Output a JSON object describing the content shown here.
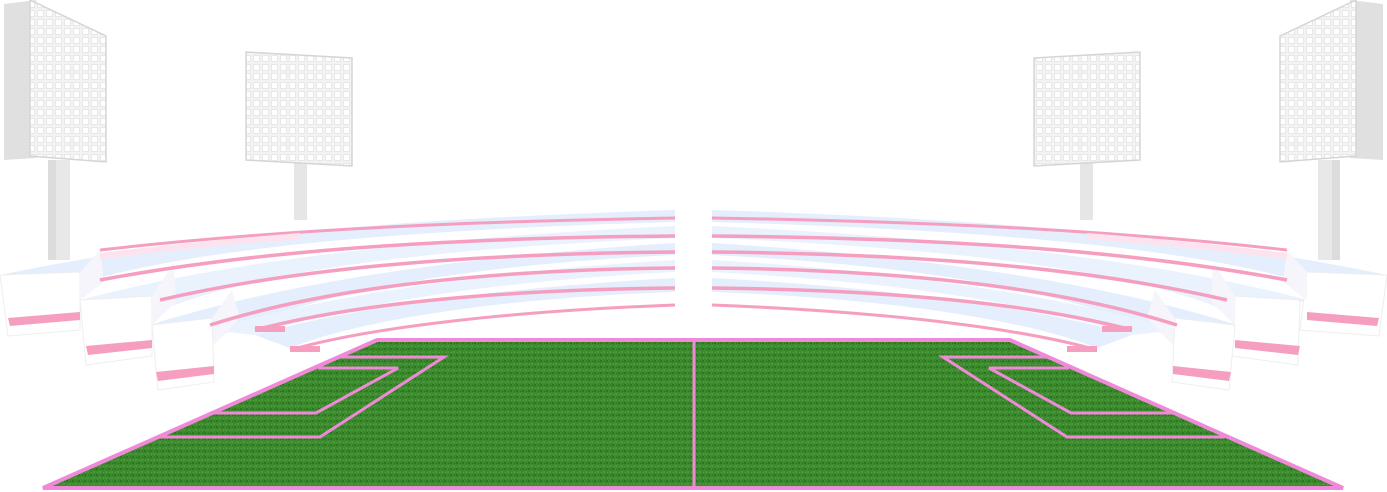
{
  "scene": {
    "background": "#ffffff",
    "floodlights": [
      {
        "name": "floodlight-far-left"
      },
      {
        "name": "floodlight-left"
      },
      {
        "name": "floodlight-right"
      },
      {
        "name": "floodlight-far-right"
      }
    ],
    "stands": {
      "left_tiers": 5,
      "right_tiers": 5,
      "stripe_color": "#f59ec0",
      "step_top_color": "#e4eefc",
      "step_face_color": "#ffffff"
    },
    "pitch": {
      "grass_color": "#3c8a2e",
      "line_color": "#f08ad8",
      "markings": [
        "halfway-line",
        "left-penalty-box",
        "left-goal-box",
        "right-penalty-box",
        "right-goal-box"
      ]
    }
  },
  "colors": {
    "light_panel": "#f2f2f2",
    "light_panel_shade": "#d9d9d9",
    "pole": "#e6e6e6",
    "stripe": "#f59ec0",
    "stripe_faint": "#fde3ee",
    "pitch_line": "#f08ad8",
    "grass": "#3c8a2e",
    "grass_dark": "#2f7424"
  }
}
